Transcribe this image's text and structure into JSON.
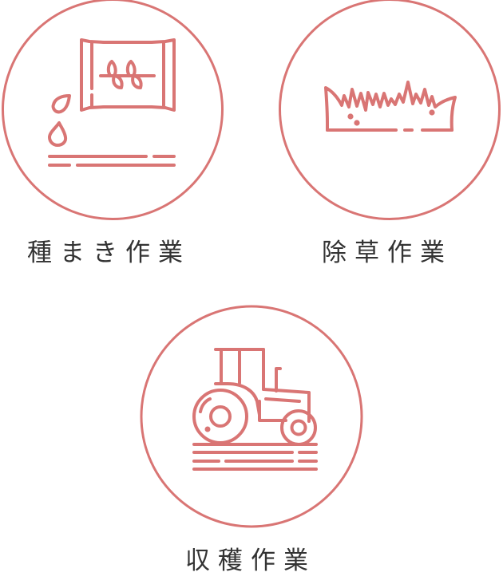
{
  "theme": {
    "accent_color": "#d97574",
    "text_color": "#333333"
  },
  "items": [
    {
      "label": "種まき作業",
      "icon": "seed-bag-icon"
    },
    {
      "label": "除草作業",
      "icon": "grass-icon"
    },
    {
      "label": "収穫作業",
      "icon": "tractor-icon"
    }
  ]
}
